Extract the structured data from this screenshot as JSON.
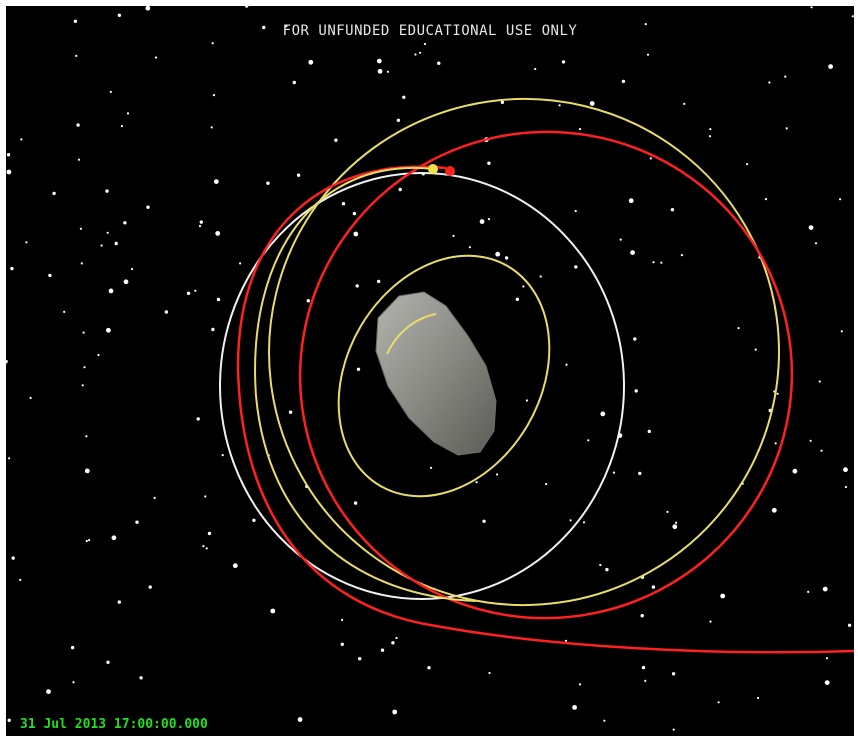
{
  "header": {
    "banner": "FOR UNFUNDED EDUCATIONAL USE ONLY"
  },
  "footer": {
    "timestamp": "31 Jul 2013 17:00:00.000"
  },
  "colors": {
    "background": "#000000",
    "banner_text": "#e6e6e6",
    "timestamp_text": "#22e01e",
    "orbit_red": "#ff2020",
    "orbit_yellow": "#e8dc6a",
    "orbit_white": "#f0f0f0",
    "body_fill": "#8a8a84",
    "stars": "#ffffff"
  },
  "scene": {
    "central_body": "asteroid",
    "orbits": [
      "white circular orbit",
      "red elliptical trajectory",
      "yellow elliptical trajectory",
      "yellow inner orbit"
    ],
    "markers": [
      "yellow spacecraft marker",
      "red spacecraft marker"
    ]
  }
}
